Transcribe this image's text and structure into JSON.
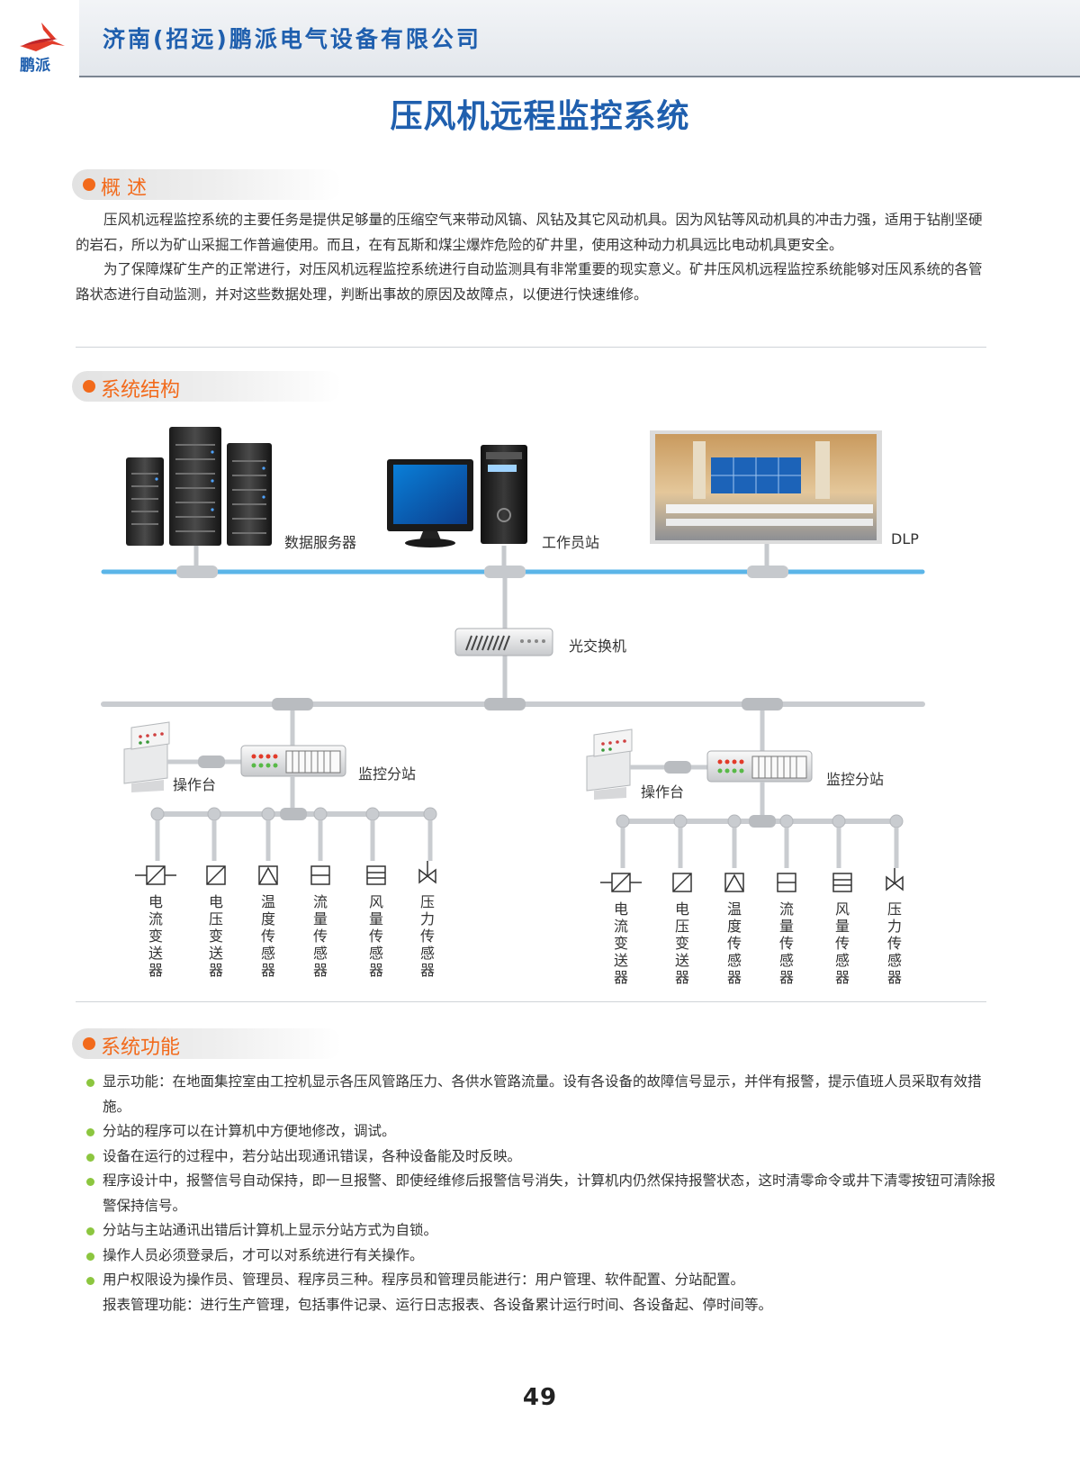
{
  "header": {
    "company": "济南(招远)鹏派电气设备有限公司",
    "logo_text": "鹏派",
    "logo_icon": "arrow-logo-icon"
  },
  "title": "压风机远程监控系统",
  "sections": {
    "overview": {
      "heading": "概 述",
      "paragraphs": [
        "压风机远程监控系统的主要任务是提供足够量的压缩空气来带动风镐、风钻及其它风动机具。因为风钻等风动机具的冲击力强，适用于钻削坚硬的岩石，所以为矿山采掘工作普遍使用。而且，在有瓦斯和煤尘爆炸危险的矿井里，使用这种动力机具远比电动机具更安全。",
        "为了保障煤矿生产的正常进行，对压风机远程监控系统进行自动监测具有非常重要的现实意义。矿井压风机远程监控系统能够对压风系统的各管路状态进行自动监测，并对这些数据处理，判断出事故的原因及故障点，以便进行快速维修。"
      ]
    },
    "structure": {
      "heading": "系统结构",
      "nodes": {
        "server": "数据服务器",
        "workstation": "工作员站",
        "dlp": "DLP",
        "switch": "光交换机",
        "console": "操作台",
        "substation": "监控分站"
      },
      "sensors": [
        "电流变送器",
        "电压变送器",
        "温度传感器",
        "流量传感器",
        "风量传感器",
        "压力传感器"
      ]
    },
    "functions": {
      "heading": "系统功能",
      "items": [
        "显示功能：在地面集控室由工控机显示各压风管路压力、各供水管路流量。设有各设备的故障信号显示，并伴有报警，提示值班人员采取有效措施。",
        "分站的程序可以在计算机中方便地修改，调试。",
        "设备在运行的过程中，若分站出现通讯错误，各种设备能及时反映。",
        "程序设计中，报警信号自动保持，即一旦报警、即使经维修后报警信号消失，计算机内仍然保持报警状态，这时清零命令或井下清零按钮可清除报警保持信号。",
        "分站与主站通讯出错后计算机上显示分站方式为自锁。",
        "操作人员必须登录后，才可以对系统进行有关操作。",
        "用户权限设为操作员、管理员、程序员三种。程序员和管理员能进行：用户管理、软件配置、分站配置。"
      ],
      "extra": "报表管理功能：进行生产管理，包括事件记录、运行日志报表、各设备累计运行时间、各设备起、停时间等。"
    }
  },
  "page_number": "49",
  "colors": {
    "brand_blue": "#1f5fae",
    "accent_orange": "#f26a1b",
    "bullet_green": "#8cc63f",
    "network_blue": "#5bb5e8",
    "pipe_gray": "#c9ccd0"
  }
}
